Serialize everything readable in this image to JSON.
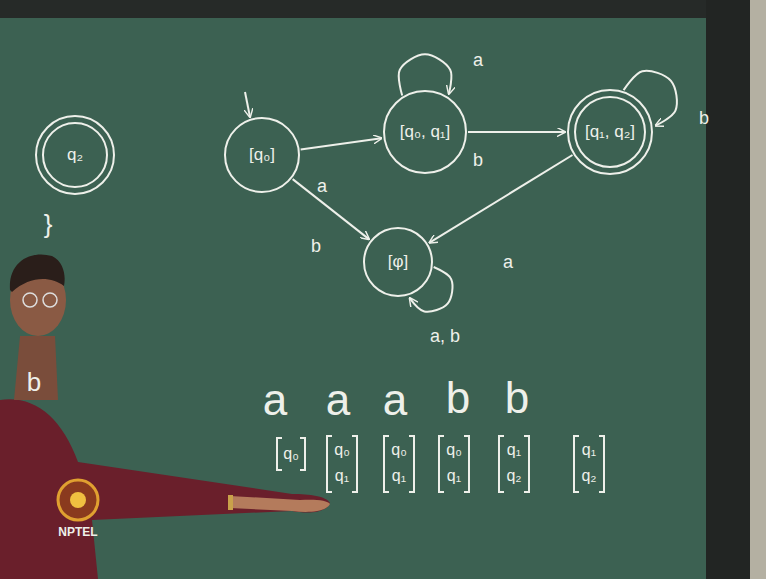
{
  "diagram": {
    "nodes": [
      {
        "text": [
          "q₂"
        ]
      },
      {
        "text": [
          "[q₀]"
        ]
      },
      {
        "text": [
          "[q₀, q₁]"
        ]
      },
      {
        "text": [
          "[q₁, q₂]"
        ]
      },
      {
        "text": [
          "[φ]"
        ]
      }
    ],
    "edges": [
      {
        "from": 1,
        "to": 2,
        "label": "a",
        "arrow": "to"
      },
      {
        "from": 2,
        "to": 2,
        "label": "a",
        "arrow": "to"
      },
      {
        "from": 2,
        "to": 3,
        "label": "b",
        "arrow": "to"
      },
      {
        "from": 3,
        "to": 3,
        "label": "b",
        "arrow": "to"
      },
      {
        "from": 1,
        "to": 4,
        "label": "b",
        "arrow": "to"
      },
      {
        "from": 3,
        "to": 4,
        "label": "a",
        "arrow": "to"
      },
      {
        "from": 4,
        "to": 4,
        "label": "a, b",
        "arrow": "to"
      }
    ],
    "labels": [
      "a",
      "a",
      "a",
      "b",
      "b",
      "q₀",
      "q₀",
      "q₁",
      "q₀",
      "q₁",
      "q₀",
      "q₁",
      "q₁",
      "q₂",
      "q₁",
      "q₂",
      "}",
      "b",
      "NPTEL"
    ]
  }
}
